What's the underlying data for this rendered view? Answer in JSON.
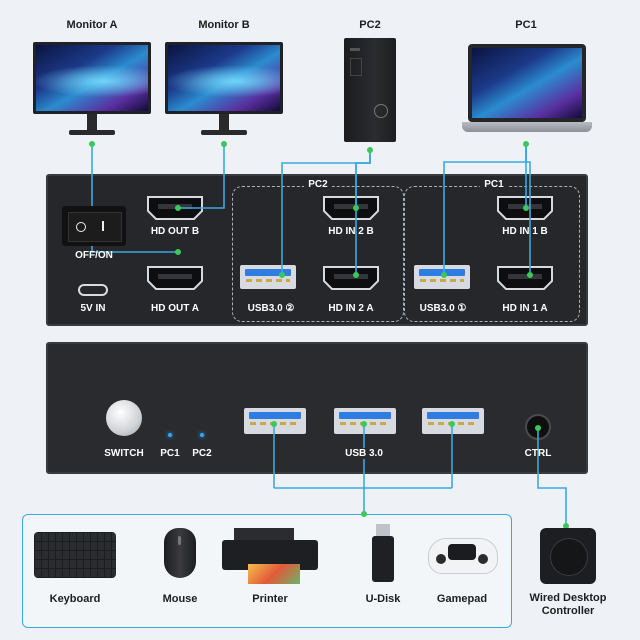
{
  "top_devices": {
    "monitor_a": "Monitor A",
    "monitor_b": "Monitor B",
    "pc2": "PC2",
    "pc1": "PC1"
  },
  "rear_panel": {
    "power_switch": "OFF/ON",
    "power_in": "5V IN",
    "hd_out_b": "HD OUT B",
    "hd_out_a": "HD OUT A",
    "group_pc2": "PC2",
    "group_pc1": "PC1",
    "hd_in_2b": "HD IN 2 B",
    "hd_in_2a": "HD IN 2 A",
    "usb_pc2": "USB3.0 ②",
    "hd_in_1b": "HD IN 1 B",
    "hd_in_1a": "HD IN 1 A",
    "usb_pc1": "USB3.0 ①"
  },
  "front_panel": {
    "switch": "SWITCH",
    "led_pc1": "PC1",
    "led_pc2": "PC2",
    "usb30": "USB 3.0",
    "ctrl": "CTRL"
  },
  "peripherals": {
    "keyboard": "Keyboard",
    "mouse": "Mouse",
    "printer": "Printer",
    "udisk": "U-Disk",
    "gamepad": "Gamepad",
    "controller": "Wired Desktop Controller"
  },
  "colors": {
    "cable": "#39a9e0",
    "connector_dot": "#3bc85a",
    "device_body": "#26272a"
  },
  "icons": [
    "monitor-icon",
    "desktop-pc-icon",
    "laptop-icon",
    "hdmi-port-icon",
    "usb-port-icon",
    "keyboard-icon",
    "mouse-icon",
    "printer-icon",
    "usb-drive-icon",
    "gamepad-icon",
    "controller-icon"
  ]
}
